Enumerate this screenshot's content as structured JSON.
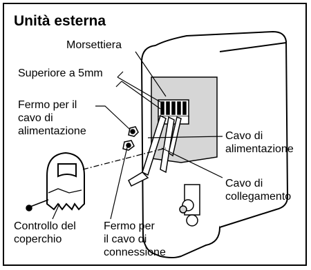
{
  "title": "Unità esterna",
  "labels": {
    "terminal_block": "Morsettiera",
    "superiore": "Superiore a 5mm",
    "fermo_alim_1": "Fermo per il",
    "fermo_alim_2": "cavo di",
    "fermo_alim_3": "alimentazione",
    "cavo_alim_1": "Cavo di",
    "cavo_alim_2": "alimentazione",
    "cavo_coll_1": "Cavo di",
    "cavo_coll_2": "collegamento",
    "controllo_1": "Controllo del",
    "controllo_2": "coperchio",
    "fermo_conn_1": "Fermo per",
    "fermo_conn_2": "il cavo di",
    "fermo_conn_3": "connessione"
  },
  "colors": {
    "line": "#000000",
    "panel": "#d6d6d6",
    "background": "#ffffff"
  }
}
